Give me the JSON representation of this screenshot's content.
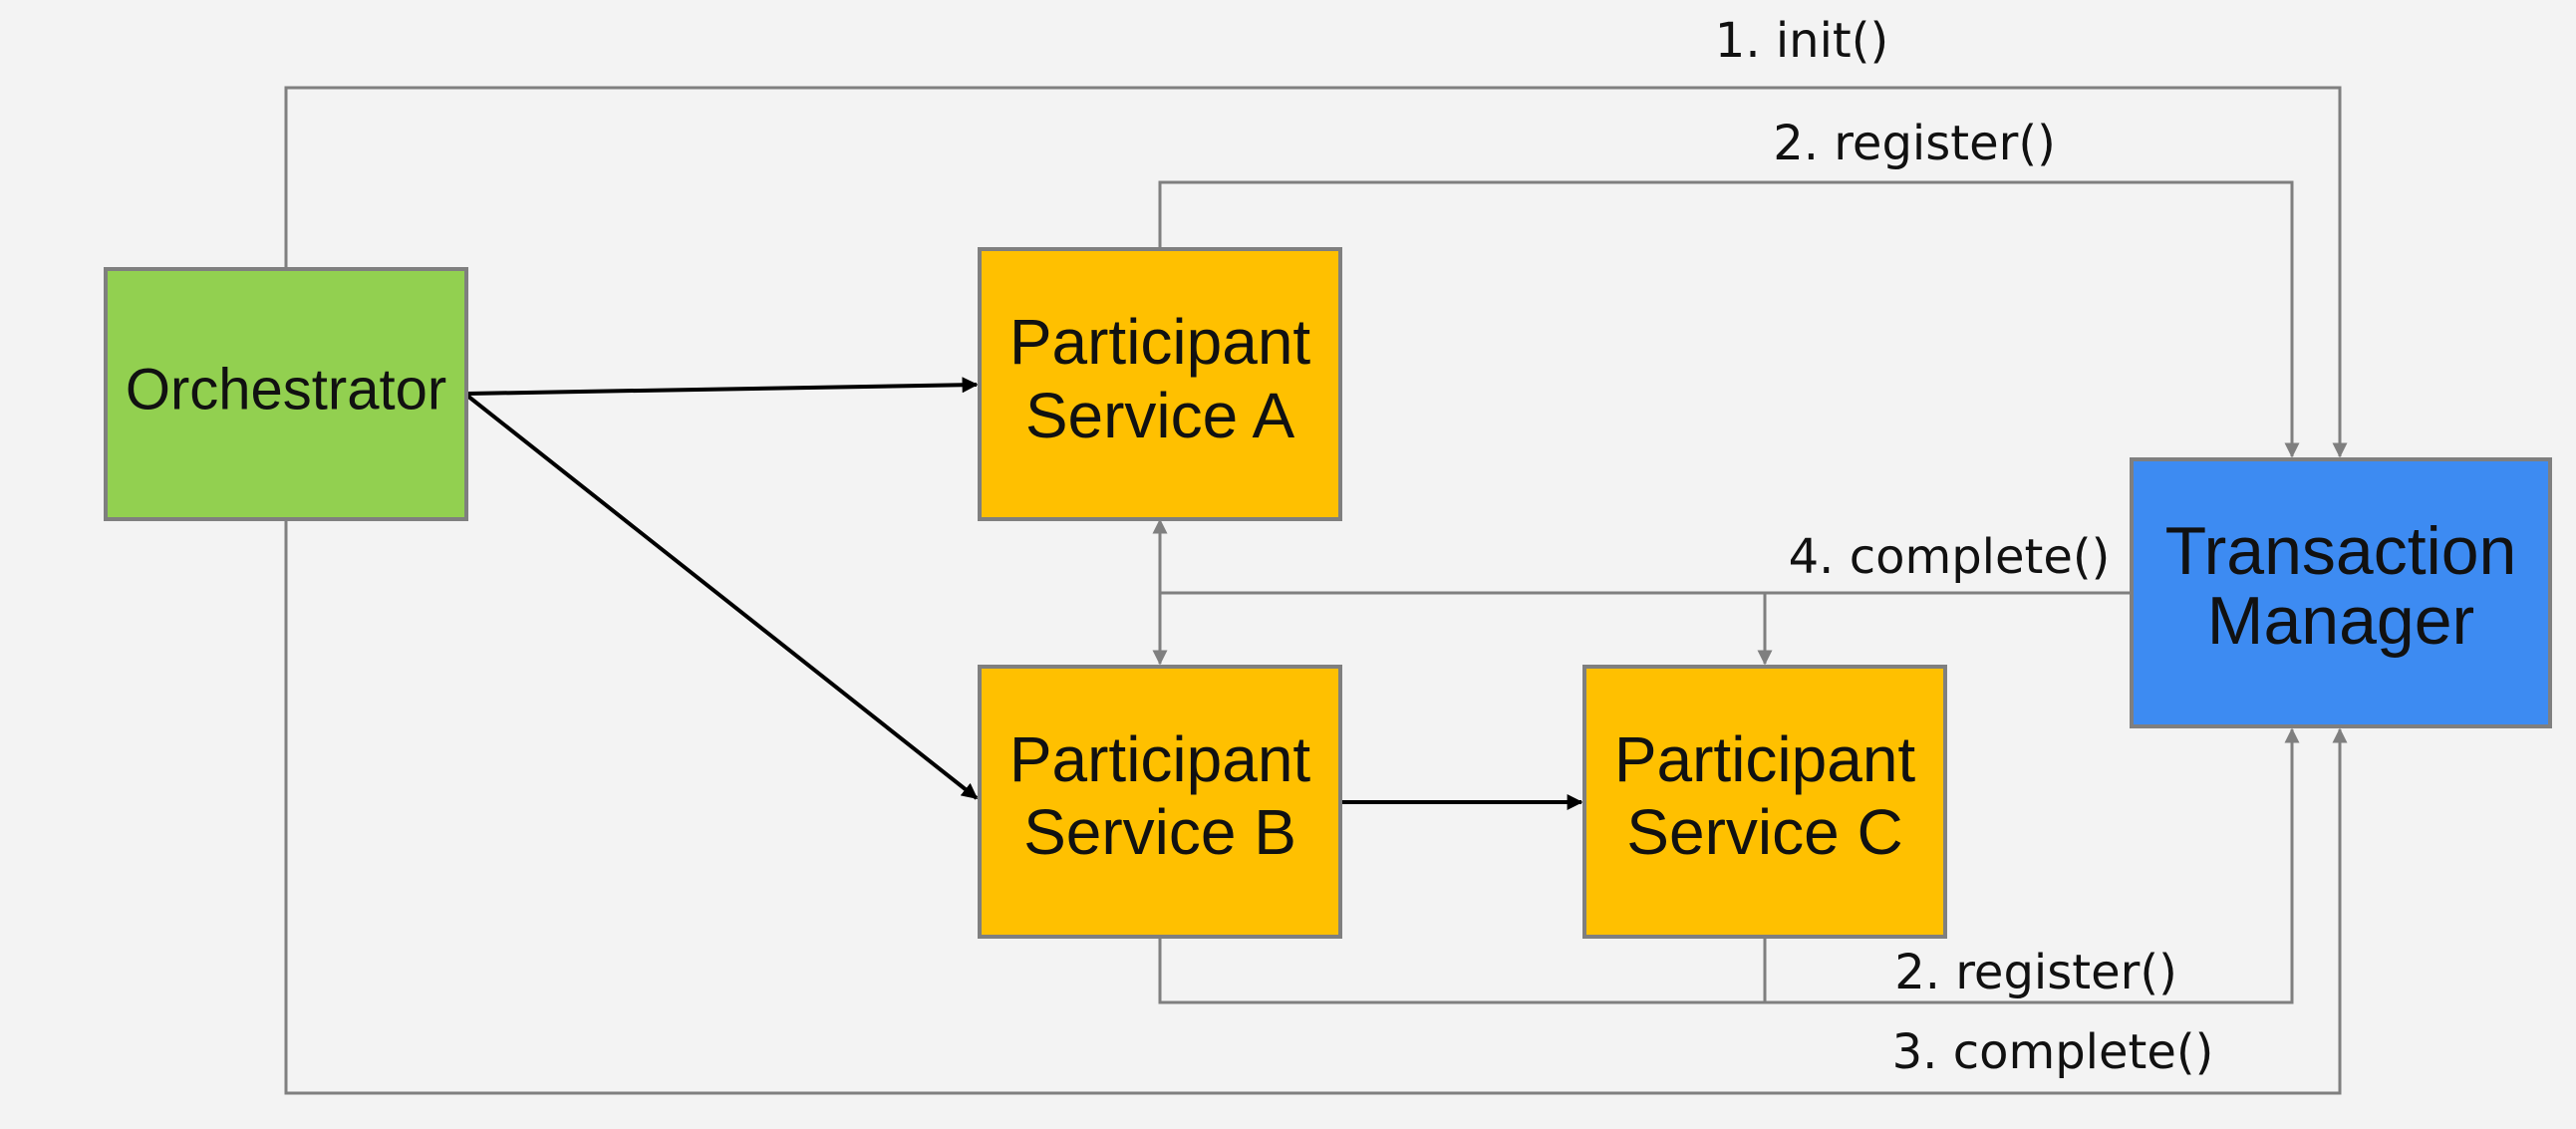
{
  "colors": {
    "background": "#f3f3f3",
    "orchestrator": "#92d050",
    "participant": "#ffc000",
    "transaction_manager": "#3d8bf2",
    "node_border": "#7f7f7f",
    "connector_gray": "#7f7f7f",
    "connector_black": "#000000"
  },
  "nodes": {
    "orchestrator": "Orchestrator",
    "participant_a": [
      "Participant",
      "Service A"
    ],
    "participant_b": [
      "Participant",
      "Service B"
    ],
    "participant_c": [
      "Participant",
      "Service C"
    ],
    "transaction_manager": [
      "Transaction",
      "Manager"
    ]
  },
  "edge_labels": {
    "init": "1. init()",
    "register_top": "2. register()",
    "register_bottom": "2. register()",
    "complete_orchestrator": "3. complete()",
    "complete_manager": "4. complete()"
  }
}
